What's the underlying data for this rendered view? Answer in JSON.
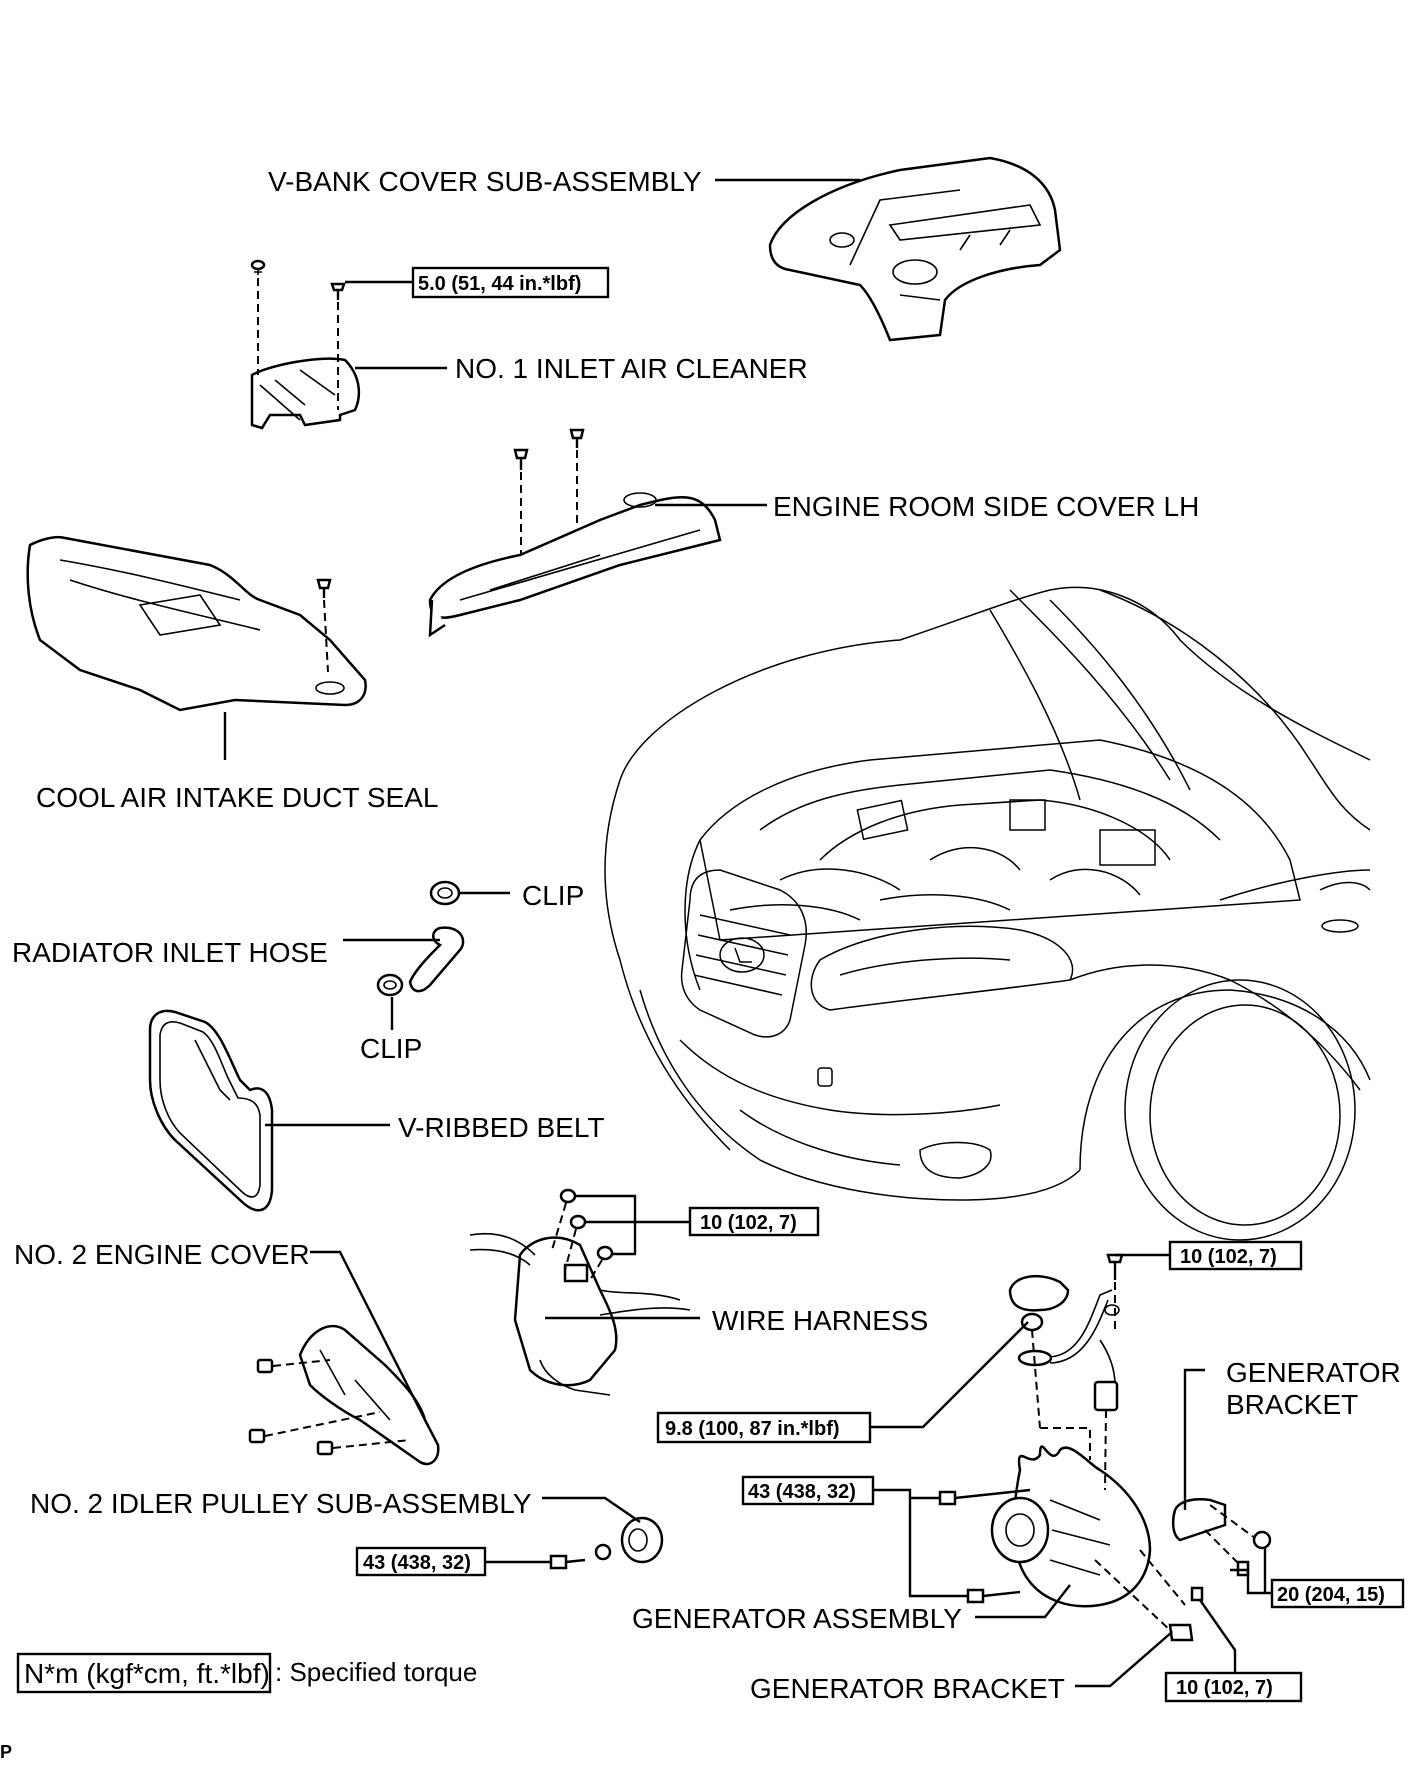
{
  "labels": {
    "v_bank_cover": "V-BANK COVER SUB-ASSEMBLY",
    "inlet_air_cleaner": "NO. 1 INLET AIR CLEANER",
    "engine_room_side_cover": "ENGINE ROOM SIDE COVER LH",
    "cool_air_intake_duct_seal": "COOL AIR INTAKE DUCT SEAL",
    "clip_upper": "CLIP",
    "radiator_inlet_hose": "RADIATOR INLET HOSE",
    "clip_lower": "CLIP",
    "v_ribbed_belt": "V-RIBBED BELT",
    "no2_engine_cover": "NO. 2 ENGINE COVER",
    "wire_harness": "WIRE HARNESS",
    "generator_bracket_upper_line1": "GENERATOR",
    "generator_bracket_upper_line2": "BRACKET",
    "no2_idler_pulley": "NO. 2 IDLER PULLEY SUB-ASSEMBLY",
    "generator_assembly": "GENERATOR ASSEMBLY",
    "generator_bracket_lower": "GENERATOR BRACKET"
  },
  "torques": {
    "inlet_air_cleaner_bolt": "5.0 (51, 44 in.*lbf)",
    "wire_harness_nuts": "10 (102, 7)",
    "terminal_bolt": "10 (102, 7)",
    "terminal_nut": "9.8 (100, 87 in.*lbf)",
    "generator_bolts": "43 (438, 32)",
    "bracket_nut_bolt": "20 (204, 15)",
    "idler_pulley_bolt": "43 (438, 32)",
    "lower_bracket_bolt": "10 (102, 7)"
  },
  "legend": {
    "unit_box": "N*m (kgf*cm, ft.*lbf)",
    "description": ": Specified torque"
  },
  "footer_code": "P"
}
